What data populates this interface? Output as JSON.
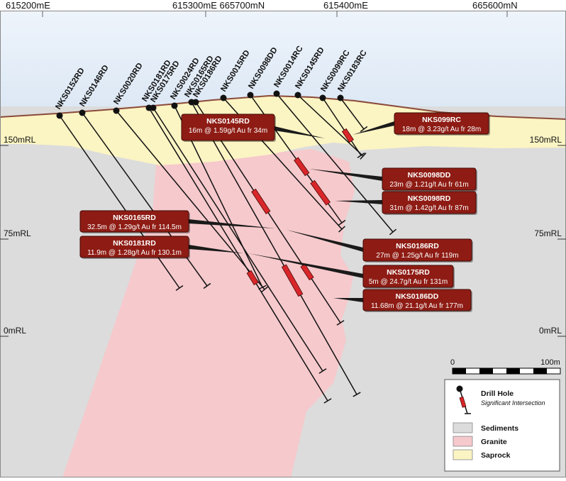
{
  "colors": {
    "sediments": "#dcdcdc",
    "granite": "#f6c9cc",
    "saprock": "#fbf4c3",
    "callout": "#8e1c14",
    "intersection": "#d8262a",
    "surface": "#8a4a3a"
  },
  "top_axis": {
    "labels": [
      "615200mE",
      "615300mE 665700mN",
      "615400mE",
      "665600mN"
    ]
  },
  "levels": {
    "left": [
      "150mRL",
      "75mRL",
      "0mRL"
    ],
    "right": [
      "150mRL",
      "75mRL",
      "0mRL"
    ]
  },
  "holes": [
    {
      "name": "NKS0152RD"
    },
    {
      "name": "NKS0146RD"
    },
    {
      "name": "NKS0020RD"
    },
    {
      "name": "NKS0181RD"
    },
    {
      "name": "NKS0175RD"
    },
    {
      "name": "NKS0024RD"
    },
    {
      "name": "NKS0165RD"
    },
    {
      "name": "NKS0186RD"
    },
    {
      "name": "NKS0015RD"
    },
    {
      "name": "NKS0098DD"
    },
    {
      "name": "NKS0014RC"
    },
    {
      "name": "NKS0145RD"
    },
    {
      "name": "NKS0099RC"
    },
    {
      "name": "NKS0183RC"
    }
  ],
  "callouts": [
    {
      "title": "NKS0145RD",
      "text": "16m @ 1.59g/t Au fr 34m"
    },
    {
      "title": "NKS099RC",
      "text": "18m @ 3.23g/t Au fr 28m"
    },
    {
      "title": "NKS0098DD",
      "text": "23m @ 1.21g/t Au fr 61m"
    },
    {
      "title": "NKS0098RD",
      "text": "31m @ 1.42g/t Au fr 87m"
    },
    {
      "title": "NKS0165RD",
      "text": "32.5m @ 1.29g/t Au fr 114.5m"
    },
    {
      "title": "NKS0181RD",
      "text": "11.9m @ 1.28g/t Au fr 130.1m"
    },
    {
      "title": "NKS0186RD",
      "text": "27m @ 1.25g/t Au fr 119m"
    },
    {
      "title": "NKS0175RD",
      "text": "5m @ 24.7g/t Au fr 131m"
    },
    {
      "title": "NKS0186DD",
      "text": "11.68m @ 21.1g/t Au fr 177m"
    }
  ],
  "scale_bar": {
    "start_label": "0",
    "end_label": "100m"
  },
  "legend": {
    "drill_hole": "Drill Hole",
    "drill_hole_sub": "Significant Intersection",
    "sediments": "Sediments",
    "granite": "Granite",
    "saprock": "Saprock"
  }
}
